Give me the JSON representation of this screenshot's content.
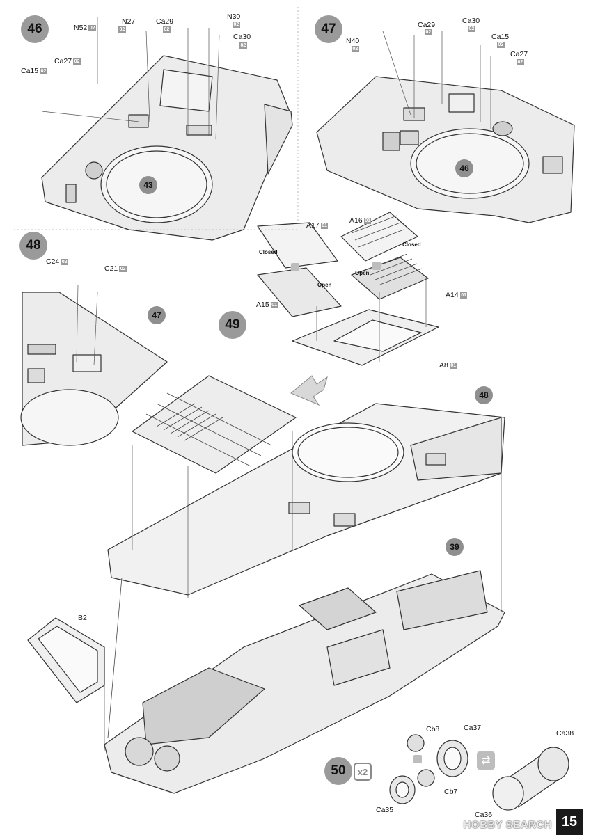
{
  "steps": {
    "s46": "46",
    "s47": "47",
    "s48": "48",
    "s49": "49",
    "s50": "50"
  },
  "refs": {
    "r43": "43",
    "r46": "46",
    "r47": "47",
    "r48": "48",
    "r39": "39"
  },
  "parts": {
    "n52": "N52",
    "n27": "N27",
    "ca29a": "Ca29",
    "n30": "N30",
    "ca30a": "Ca30",
    "ca27a": "Ca27",
    "ca15a": "Ca15",
    "n40": "N40",
    "ca29b": "Ca29",
    "ca30b": "Ca30",
    "ca15b": "Ca15",
    "ca27b": "Ca27",
    "c24": "C24",
    "c21": "C21",
    "a17": "A17",
    "a16": "A16",
    "a15": "A15",
    "a14": "A14",
    "a8": "A8",
    "b2": "B2",
    "cb8": "Cb8",
    "ca37": "Ca37",
    "ca38": "Ca38",
    "cb7": "Cb7",
    "ca35": "Ca35",
    "ca36": "Ca36"
  },
  "sprues": {
    "s02": "02",
    "s01": "01"
  },
  "notes": {
    "closed": "Closed",
    "open": "Open"
  },
  "multiplier": "x2",
  "page_number": "15",
  "watermark": "HOBBY SEARCH"
}
